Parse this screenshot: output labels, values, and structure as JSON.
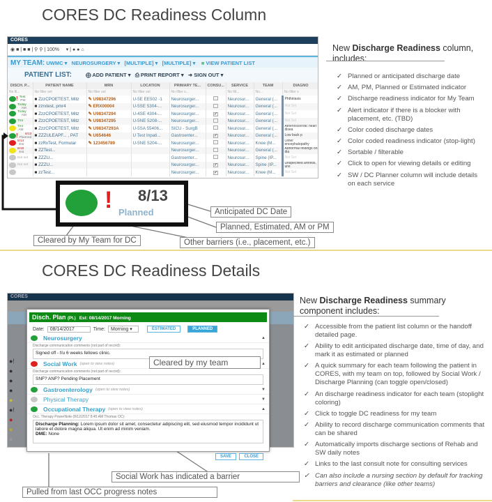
{
  "top": {
    "title": "CORES DC Readiness Column",
    "app": {
      "name": "CORES",
      "zoom": "100%",
      "team_bar": {
        "label": "MY TEAM:",
        "items": [
          "UWMC",
          "NEUROSURGERY",
          "[MULTIPLE]",
          "[MULTIPLE]"
        ],
        "view": "VIEW PATIENT LIST"
      },
      "list_bar": {
        "label": "PATIENT LIST:",
        "add": "ADD PATIENT",
        "print": "PRINT REPORT",
        "signout": "SIGN OUT"
      },
      "columns": [
        "DISCH. P...",
        "PATIENT NAME",
        "MRN",
        "LOCATION",
        "PRIMARY TE...",
        "CONSU...",
        "SERVICE",
        "TEAM",
        "DIAGNO"
      ],
      "filters": [
        "No fil...",
        "No filter set",
        "No filter set",
        "No filter set",
        "No filter s...",
        "",
        "No filt...",
        "No...",
        "No filter s"
      ],
      "rows": [
        {
          "status": "green",
          "alert": "!",
          "d1": "Test",
          "d2": "PM",
          "name": "ZzzCPOETEST, Mitz",
          "mrn": "U98347296",
          "loc": "U-5E EE502 -1",
          "pt": "Neurosurger...",
          "consult": false,
          "svc": "Neurosur...",
          "team": "General (...",
          "dx": "Phthiriasis"
        },
        {
          "status": "green",
          "alert": "",
          "d1": "Today",
          "d2": "AM",
          "name": "zzrxtest, pmr4",
          "mrn": "ERX00004",
          "loc": "U-5SE 5304-...",
          "pt": "Neurosurger...",
          "consult": false,
          "svc": "Neurosur...",
          "team": "General (...",
          "dx": "Not Set"
        },
        {
          "status": "green",
          "alert": "",
          "d1": "Today",
          "d2": "AM",
          "name": "ZzzCPOETEST, Mitz",
          "mrn": "U98347294",
          "loc": "U-4SE 4304-...",
          "pt": "Neurosurger...",
          "consult": true,
          "svc": "Neurosur...",
          "team": "General (...",
          "dx": "Not Set"
        },
        {
          "status": "green",
          "alert": "",
          "d1": "Tmr",
          "d2": "",
          "name": "ZzzCPOETEST, Mitz",
          "mrn": "U98347295",
          "loc": "U-5NE 5208-...",
          "pt": "Neurosurger...",
          "consult": false,
          "svc": "Neurosur...",
          "team": "General (...",
          "dx": "Not Set"
        },
        {
          "status": "yellow",
          "alert": "",
          "d1": "Tmr",
          "d2": "AM",
          "name": "ZzzCPOETEST, Mitz",
          "mrn": "U98347293A",
          "loc": "U-5SA 55406...",
          "pt": "SICU - SurgB",
          "consult": false,
          "svc": "Neurosur...",
          "team": "General (...",
          "dx": "Atherosclerotic heart disea"
        },
        {
          "status": "green",
          "alert": "!",
          "d1": "8/13",
          "d2": "Planned",
          "name": "ZZZULEAPF... , PAT",
          "mrn": "U654646",
          "loc": "U Test Inpati...",
          "pt": "Gastroenter...",
          "consult": true,
          "svc": "Neurosur...",
          "team": "General (...",
          "dx": "Low back p"
        },
        {
          "status": "red",
          "alert": "",
          "d1": "8/14",
          "d2": "Est",
          "name": "zzRxTest, Formular",
          "mrn": "123456789",
          "loc": "U-5NE 5204-...",
          "pt": "Neurosurger...",
          "consult": false,
          "svc": "Neurosur...",
          "team": "Knee (M...",
          "dx": "Other encephalopathy"
        },
        {
          "status": "yellow",
          "alert": "",
          "d1": "8/15",
          "d2": "Est",
          "name": "ZZTest...",
          "mrn": "",
          "loc": "",
          "pt": "Neurosurger...",
          "consult": false,
          "svc": "Neurosur...",
          "team": "General (...",
          "dx": "Abnormal findings on dia"
        },
        {
          "status": "gray",
          "alert": "",
          "d1": "Not set",
          "d2": "",
          "name": "ZZZU...",
          "mrn": "",
          "loc": "",
          "pt": "Gastroenter...",
          "consult": false,
          "svc": "Neurosur...",
          "team": "Spine (IP...",
          "dx": "Not Set"
        },
        {
          "status": "gray",
          "alert": "",
          "d1": "Not set",
          "d2": "",
          "name": "ZZZU...",
          "mrn": "",
          "loc": "",
          "pt": "Neurosurger...",
          "consult": true,
          "svc": "Neurosur...",
          "team": "Spine (IP...",
          "dx": "Unspecified arthritis, uns"
        },
        {
          "status": "gray",
          "alert": "",
          "d1": "",
          "d2": "",
          "name": "zzTest...",
          "mrn": "",
          "loc": "",
          "pt": "Neurosurger...",
          "consult": true,
          "svc": "Neurosur...",
          "team": "Knee (M...",
          "dx": "Not Set"
        }
      ]
    },
    "zoom_callout": {
      "alert": "!",
      "date": "8/13",
      "type": "Planned"
    },
    "labels": {
      "anticipated": "Anticipated DC Date",
      "planned": "Planned, Estimated, AM or PM",
      "cleared": "Cleared by My Team for DC",
      "barriers": "Other barriers (i.e., placement, etc.)"
    },
    "intro_pre": "New ",
    "intro_bold": "Discharge Readiness",
    "intro_post": " column, includes:",
    "bullets": [
      "Planned or anticipated discharge date",
      "AM, PM, Planned or Estimated indicator",
      "Discharge readiness indicator for My Team",
      "Alert indicator if there is a blocker with placement, etc. (TBD)",
      "Color coded discharge dates",
      "Color coded readiness indicator (stop-light)",
      "Sortable / filterable",
      "Click to open for viewing details or editing",
      "SW / DC Planner column will include details on each service"
    ]
  },
  "bottom": {
    "title": "CORES DC Readiness Details",
    "dialog": {
      "title": "Disch. Plan",
      "title_sub": "(Pt.)",
      "est": "Est: 08/14/2017 Morning",
      "date_label": "Date:",
      "date": "08/14/2017",
      "time_label": "Time:",
      "time": "Morning",
      "estimated": "ESTIMATED",
      "planned": "PLANNED",
      "comment_label": "Discharge communication comments (not part of record):",
      "neuro": {
        "name": "Neurosurgery",
        "comment": "Signed off - f/u 6 weeks fellows clinic."
      },
      "sw": {
        "name": "Social Work",
        "hint": "(open to view notes)",
        "comment": "SNF? ANF? Pending Placement"
      },
      "gi": {
        "name": "Gastroenterology",
        "hint": "(open to view notes)"
      },
      "pt": {
        "name": "Physical Therapy"
      },
      "ot": {
        "name": "Occupational Therapy",
        "hint": "(open to view notes)",
        "note_src": "Occ. Therapy PowerNote (8/12/2017 8:45 AM Thomas OC):",
        "dp_label": "Discharge Planning:",
        "dp_text": " Lorem ipsum dolor sit amet, consectetur adipiscing elit, sed eiusmod tempor incididunt ut labore et dolore magna aliqua. Ut enim ad minim veniam.",
        "dme_label": "DME:",
        "dme": " None"
      },
      "save": "SAVE",
      "close": "CLOSE"
    },
    "labels": {
      "cleared": "Cleared by my team",
      "sw_barrier": "Social Work has indicated a barrier",
      "pulled": "Pulled from last OCC progress notes"
    },
    "intro_pre": "New ",
    "intro_bold": "Discharge Readiness",
    "intro_post": " summary component includes:",
    "bullets": [
      "Accessible from the patient list column or the handoff detailed page.",
      "Ability to edit anticipated discharge date, time of day, and mark it as estimated or planned",
      "A quick summary for each team following the patient in CORES, with my team on top, followed by Social Work / Discharge Planning (can toggle open/closed)",
      "An discharge readiness indicator for each team (stoplight coloring)",
      "Click to toggle DC readiness for my team",
      "Ability to record discharge communication comments that can be shared",
      "Automatically imports discharge sections of Rehab and SW daily notes",
      "Links to the last consult note for consulting services"
    ],
    "italic_bullet": "Can also include a nursing section by default for tracking barriers and clearance (like other teams)"
  },
  "colors": {
    "green": "#22a03a",
    "yellow": "#f2e21a",
    "red": "#e0201e",
    "gray": "#c8c8c8",
    "navy": "#1d3f5c",
    "accent": "#3a9ad0"
  }
}
